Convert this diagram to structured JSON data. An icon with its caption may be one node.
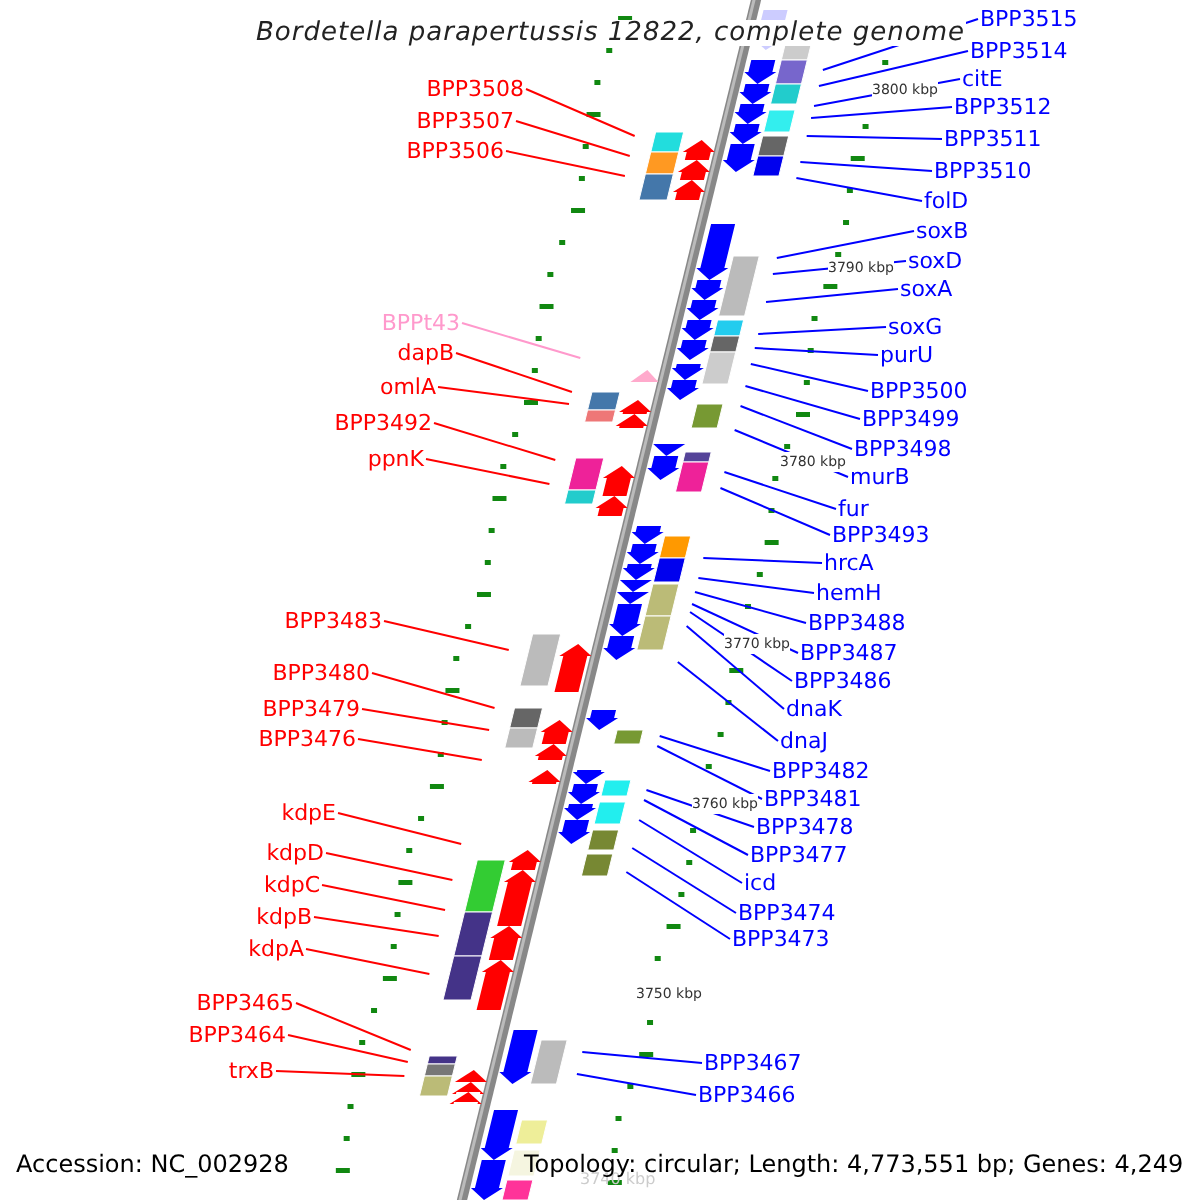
{
  "diagram": {
    "title": "Bordetella parapertussis 12822, complete genome",
    "nodes": [
      {
        "text": [
          "BPP3508"
        ]
      },
      {
        "text": [
          "BPP3507"
        ]
      },
      {
        "text": [
          "BPP3506"
        ]
      },
      {
        "text": [
          "BPPt43"
        ]
      },
      {
        "text": [
          "dapB"
        ]
      },
      {
        "text": [
          "omlA"
        ]
      },
      {
        "text": [
          "BPP3492"
        ]
      },
      {
        "text": [
          "ppnK"
        ]
      },
      {
        "text": [
          "BPP3483"
        ]
      },
      {
        "text": [
          "BPP3480"
        ]
      },
      {
        "text": [
          "BPP3479"
        ]
      },
      {
        "text": [
          "BPP3476"
        ]
      },
      {
        "text": [
          "kdpE"
        ]
      },
      {
        "text": [
          "kdpD"
        ]
      },
      {
        "text": [
          "kdpC"
        ]
      },
      {
        "text": [
          "kdpB"
        ]
      },
      {
        "text": [
          "kdpA"
        ]
      },
      {
        "text": [
          "BPP3465"
        ]
      },
      {
        "text": [
          "BPP3464"
        ]
      },
      {
        "text": [
          "trxB"
        ]
      },
      {
        "text": [
          "BPP3515"
        ]
      },
      {
        "text": [
          "BPP3514"
        ]
      },
      {
        "text": [
          "citE"
        ]
      },
      {
        "text": [
          "BPP3512"
        ]
      },
      {
        "text": [
          "BPP3511"
        ]
      },
      {
        "text": [
          "BPP3510"
        ]
      },
      {
        "text": [
          "folD"
        ]
      },
      {
        "text": [
          "soxB"
        ]
      },
      {
        "text": [
          "soxD"
        ]
      },
      {
        "text": [
          "soxA"
        ]
      },
      {
        "text": [
          "soxG"
        ]
      },
      {
        "text": [
          "purU"
        ]
      },
      {
        "text": [
          "BPP3500"
        ]
      },
      {
        "text": [
          "BPP3499"
        ]
      },
      {
        "text": [
          "BPP3498"
        ]
      },
      {
        "text": [
          "murB"
        ]
      },
      {
        "text": [
          "fur"
        ]
      },
      {
        "text": [
          "BPP3493"
        ]
      },
      {
        "text": [
          "hrcA"
        ]
      },
      {
        "text": [
          "hemH"
        ]
      },
      {
        "text": [
          "BPP3488"
        ]
      },
      {
        "text": [
          "BPP3487"
        ]
      },
      {
        "text": [
          "BPP3486"
        ]
      },
      {
        "text": [
          "dnaK"
        ]
      },
      {
        "text": [
          "dnaJ"
        ]
      },
      {
        "text": [
          "BPP3482"
        ]
      },
      {
        "text": [
          "BPP3481"
        ]
      },
      {
        "text": [
          "BPP3478"
        ]
      },
      {
        "text": [
          "BPP3477"
        ]
      },
      {
        "text": [
          "icd"
        ]
      },
      {
        "text": [
          "BPP3474"
        ]
      },
      {
        "text": [
          "BPP3473"
        ]
      },
      {
        "text": [
          "BPP3467"
        ]
      },
      {
        "text": [
          "BPP3466"
        ]
      }
    ],
    "edges": [
      {
        "from": 0,
        "to": null,
        "arrow": "none",
        "color": "#ff0000"
      },
      {
        "from": 1,
        "to": null,
        "arrow": "none",
        "color": "#ff0000"
      },
      {
        "from": 2,
        "to": null,
        "arrow": "none",
        "color": "#ff0000"
      },
      {
        "from": 3,
        "to": null,
        "arrow": "none",
        "color": "#ff99cc"
      },
      {
        "from": 4,
        "to": null,
        "arrow": "none",
        "color": "#ff0000"
      },
      {
        "from": 5,
        "to": null,
        "arrow": "none",
        "color": "#ff0000"
      },
      {
        "from": 6,
        "to": null,
        "arrow": "none",
        "color": "#ff0000"
      },
      {
        "from": 7,
        "to": null,
        "arrow": "none",
        "color": "#ff0000"
      },
      {
        "from": 8,
        "to": null,
        "arrow": "none",
        "color": "#ff0000"
      },
      {
        "from": 9,
        "to": null,
        "arrow": "none",
        "color": "#ff0000"
      },
      {
        "from": 10,
        "to": null,
        "arrow": "none",
        "color": "#ff0000"
      },
      {
        "from": 11,
        "to": null,
        "arrow": "none",
        "color": "#ff0000"
      },
      {
        "from": 12,
        "to": null,
        "arrow": "none",
        "color": "#ff0000"
      },
      {
        "from": 13,
        "to": null,
        "arrow": "none",
        "color": "#ff0000"
      },
      {
        "from": 14,
        "to": null,
        "arrow": "none",
        "color": "#ff0000"
      },
      {
        "from": 15,
        "to": null,
        "arrow": "none",
        "color": "#ff0000"
      },
      {
        "from": 16,
        "to": null,
        "arrow": "none",
        "color": "#ff0000"
      },
      {
        "from": 17,
        "to": null,
        "arrow": "none",
        "color": "#ff0000"
      },
      {
        "from": 18,
        "to": null,
        "arrow": "none",
        "color": "#ff0000"
      },
      {
        "from": 19,
        "to": null,
        "arrow": "none",
        "color": "#ff0000"
      },
      {
        "from": 20,
        "to": null,
        "arrow": "none"
      },
      {
        "from": 21,
        "to": null,
        "arrow": "none"
      },
      {
        "from": 22,
        "to": null,
        "arrow": "none"
      },
      {
        "from": 23,
        "to": null,
        "arrow": "none"
      },
      {
        "from": 24,
        "to": null,
        "arrow": "none"
      },
      {
        "from": 25,
        "to": null,
        "arrow": "none"
      },
      {
        "from": 26,
        "to": null,
        "arrow": "none"
      },
      {
        "from": 27,
        "to": null,
        "arrow": "none"
      },
      {
        "from": 28,
        "to": null,
        "arrow": "none"
      },
      {
        "from": 29,
        "to": null,
        "arrow": "none"
      },
      {
        "from": 30,
        "to": null,
        "arrow": "none"
      },
      {
        "from": 31,
        "to": null,
        "arrow": "none"
      },
      {
        "from": 32,
        "to": null,
        "arrow": "none"
      },
      {
        "from": 33,
        "to": null,
        "arrow": "none"
      },
      {
        "from": 34,
        "to": null,
        "arrow": "none"
      },
      {
        "from": 35,
        "to": null,
        "arrow": "none"
      },
      {
        "from": 36,
        "to": null,
        "arrow": "none"
      },
      {
        "from": 37,
        "to": null,
        "arrow": "none"
      },
      {
        "from": 38,
        "to": null,
        "arrow": "none"
      },
      {
        "from": 39,
        "to": null,
        "arrow": "none"
      },
      {
        "from": 40,
        "to": null,
        "arrow": "none"
      },
      {
        "from": 41,
        "to": null,
        "arrow": "none"
      },
      {
        "from": 42,
        "to": null,
        "arrow": "none"
      },
      {
        "from": 43,
        "to": null,
        "arrow": "none"
      },
      {
        "from": 44,
        "to": null,
        "arrow": "none"
      },
      {
        "from": 45,
        "to": null,
        "arrow": "none"
      },
      {
        "from": 46,
        "to": null,
        "arrow": "none"
      },
      {
        "from": 47,
        "to": null,
        "arrow": "none"
      },
      {
        "from": 48,
        "to": null,
        "arrow": "none"
      },
      {
        "from": 49,
        "to": null,
        "arrow": "none"
      },
      {
        "from": 50,
        "to": null,
        "arrow": "none"
      },
      {
        "from": 51,
        "to": null,
        "arrow": "none"
      },
      {
        "from": 52,
        "to": null,
        "arrow": "none"
      },
      {
        "from": 53,
        "to": null,
        "arrow": "none"
      }
    ],
    "labels": [
      "3800 kbp",
      "3790 kbp",
      "3780 kbp",
      "3770 kbp",
      "3760 kbp",
      "3750 kbp",
      "Accession: NC_002928",
      "Topology: circular; Length: 4,773,551 bp; Genes: 4,249",
      "3740 kbp"
    ]
  }
}
